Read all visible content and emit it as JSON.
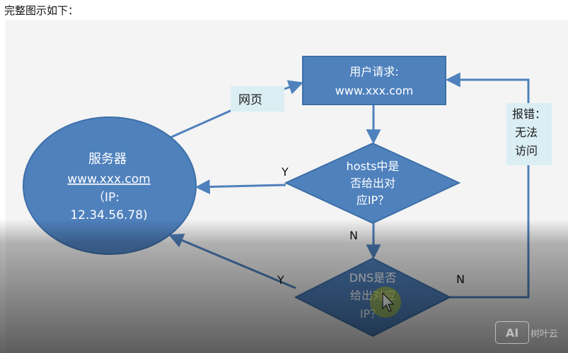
{
  "page": {
    "title": "完整图示如下："
  },
  "nodes": {
    "request": {
      "line1": "用户请求:",
      "line2": "www.xxx.com"
    },
    "server": {
      "line1": "服务器",
      "line2": "www.xxx.com",
      "line3": "（IP:",
      "line4": "12.34.56.78)"
    },
    "hosts": {
      "line1": "hosts中是",
      "line2": "否给出对",
      "line3": "应IP？"
    },
    "dns": {
      "line1": "DNS是否",
      "line2": "给出对应",
      "line3": "IP？"
    },
    "webpage": {
      "label": "网页"
    },
    "error": {
      "line1": "报错：",
      "line2": "无法",
      "line3": "访问"
    }
  },
  "edges": {
    "hosts_yes": "Y",
    "hosts_no": "N",
    "dns_yes": "Y",
    "dns_no": "N"
  },
  "watermark": {
    "badge": "AI",
    "text": "树叶云"
  },
  "colors": {
    "fill": "#4f81bd",
    "stroke": "#3d6fa8",
    "label_box": "#dbeef4",
    "background": "#f4f4f4"
  }
}
